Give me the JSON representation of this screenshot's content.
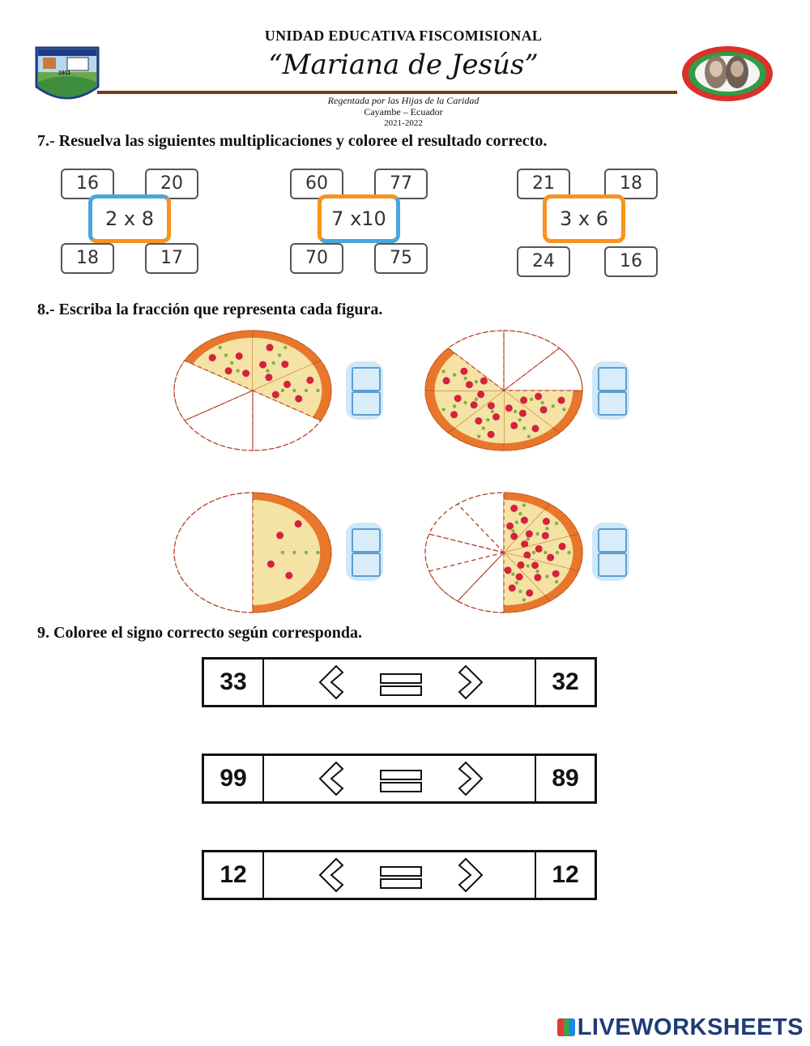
{
  "header": {
    "institution": "UNIDAD EDUCATIVA FISCOMISIONAL",
    "school_name": "“Mariana de Jesús”",
    "regency": "Regentada por las Hijas de la Caridad",
    "location": "Cayambe – Ecuador",
    "period": "2021-2022",
    "crest_year": "1911"
  },
  "q7": {
    "title": "7.- Resuelva las siguientes multiplicaciones y coloree el resultado correcto.",
    "problems": [
      {
        "expr": "2 x 8",
        "options": [
          "16",
          "20",
          "18",
          "17"
        ]
      },
      {
        "expr": "7 x10",
        "options": [
          "60",
          "77",
          "70",
          "75"
        ]
      },
      {
        "expr": "3 x 6",
        "options": [
          "21",
          "18",
          "24",
          "16"
        ]
      }
    ]
  },
  "q8": {
    "title": "8.- Escriba la fracción que representa cada figura.",
    "pizzas": [
      {
        "parts": 6,
        "filled": 3
      },
      {
        "parts": 8,
        "filled": 5
      },
      {
        "parts": 2,
        "filled": 1
      },
      {
        "parts": 10,
        "filled": 5
      }
    ]
  },
  "q9": {
    "title": "9. Coloree el signo correcto según corresponda.",
    "rows": [
      {
        "left": "33",
        "right": "32"
      },
      {
        "left": "99",
        "right": "89"
      },
      {
        "left": "12",
        "right": "12"
      }
    ]
  },
  "footer": {
    "brand": "LIVEWORKSHEETS"
  },
  "colors": {
    "accent_orange": "#f7931e",
    "header_line": "#7a3b14",
    "answer_blue": "#5d9ed1",
    "brand": "#1e3c78"
  }
}
